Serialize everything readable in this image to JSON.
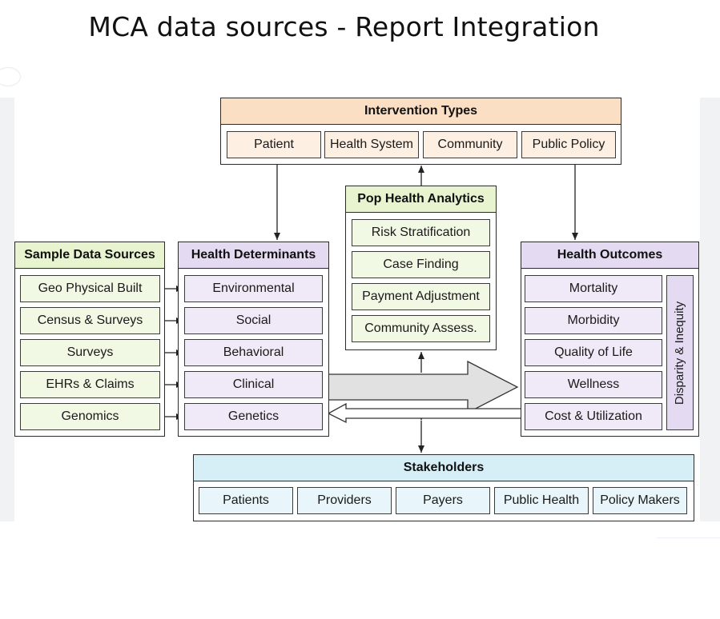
{
  "title": "MCA data sources - Report Integration",
  "intervention": {
    "header": "Intervention Types",
    "items": [
      "Patient",
      "Health System",
      "Community",
      "Public Policy"
    ]
  },
  "analytics": {
    "header": "Pop Health Analytics",
    "items": [
      "Risk Stratification",
      "Case Finding",
      "Payment Adjustment",
      "Community Assess."
    ]
  },
  "sources": {
    "header": "Sample Data Sources",
    "items": [
      "Geo Physical Built",
      "Census & Surveys",
      "Surveys",
      "EHRs & Claims",
      "Genomics"
    ]
  },
  "determinants": {
    "header": "Health Determinants",
    "items": [
      "Environmental",
      "Social",
      "Behavioral",
      "Clinical",
      "Genetics"
    ]
  },
  "outcomes": {
    "header": "Health Outcomes",
    "items": [
      "Mortality",
      "Morbidity",
      "Quality of Life",
      "Wellness",
      "Cost & Utilization"
    ],
    "side_label": "Disparity & Inequity"
  },
  "stakeholders": {
    "header": "Stakeholders",
    "items": [
      "Patients",
      "Providers",
      "Payers",
      "Public Health",
      "Policy Makers"
    ]
  }
}
